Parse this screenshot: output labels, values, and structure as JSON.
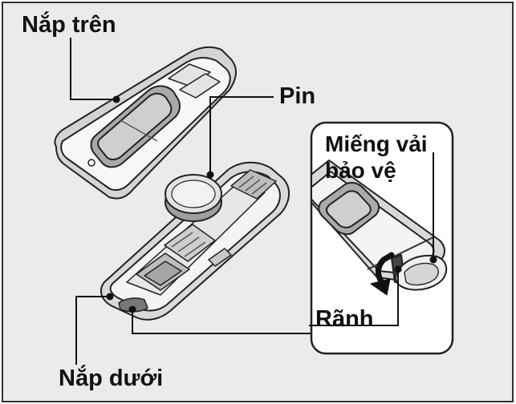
{
  "labels": {
    "top_cover": "Nắp trên",
    "battery": "Pin",
    "cloth_line1": "Miếng vải",
    "cloth_line2": "bảo vệ",
    "groove": "Rãnh",
    "bottom_cover": "Nắp dưới"
  },
  "colors": {
    "background": "#ebebeb",
    "frame": "#333333",
    "shell": "#f6f6f6",
    "shade": "#bdbdbd",
    "dark": "#8a8a8a",
    "text": "#111111"
  }
}
